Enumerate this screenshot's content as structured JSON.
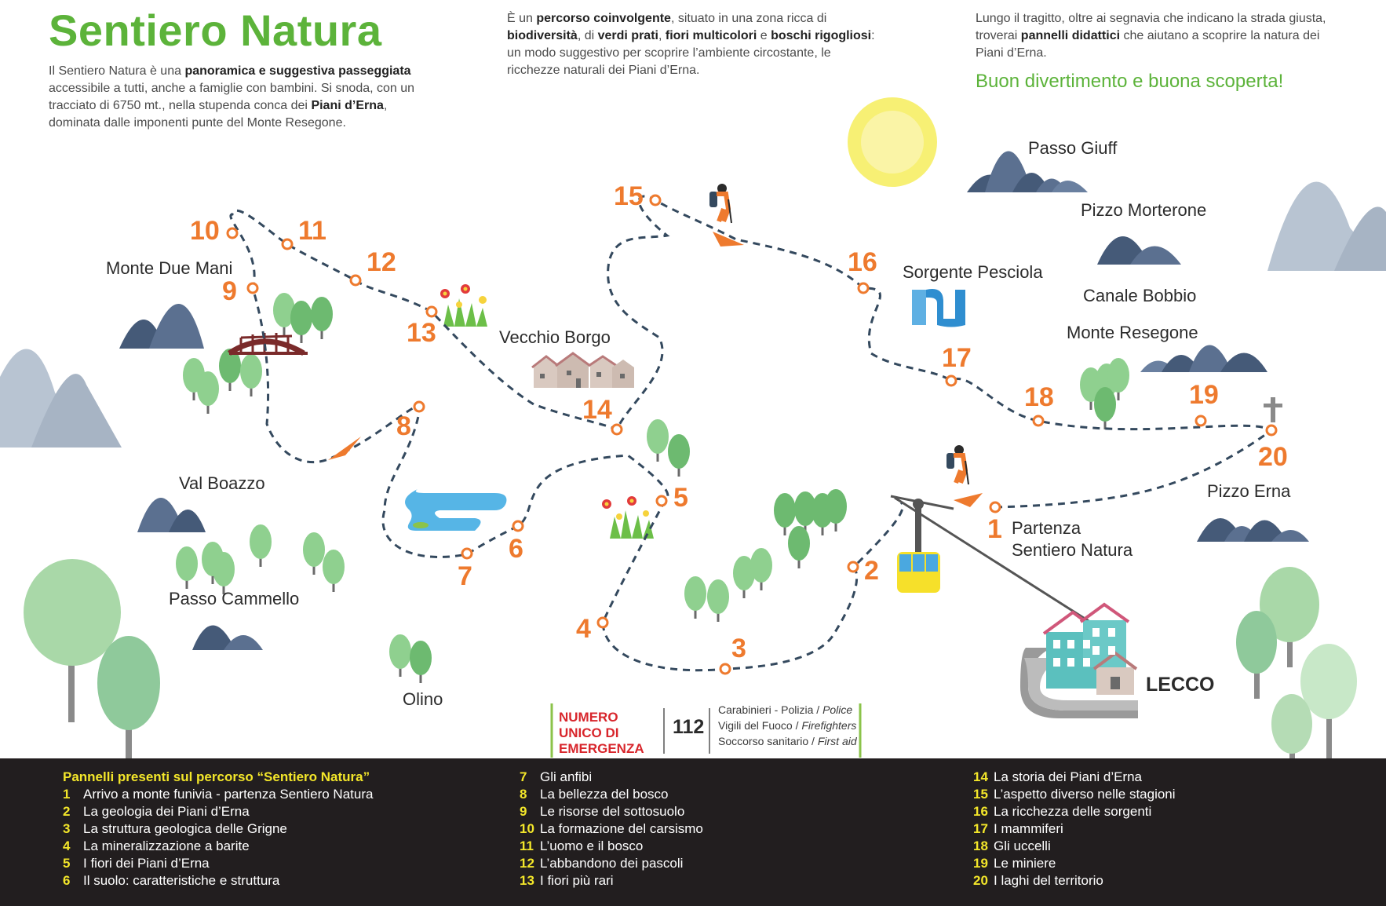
{
  "title": "Sentiero Natura",
  "intro": {
    "p1": [
      {
        "t": "Il Sentiero Natura è una ",
        "b": false
      },
      {
        "t": "panoramica e suggestiva passeggiata",
        "b": true
      },
      {
        "t": " accessibile a tutti, anche a famiglie con bambini. Si snoda, con un tracciato di 6750 mt., nella stupenda conca dei ",
        "b": false
      },
      {
        "t": "Piani d’Erna",
        "b": true
      },
      {
        "t": ", dominata dalle imponenti punte del Monte Resegone.",
        "b": false
      }
    ],
    "p2": [
      {
        "t": "È un ",
        "b": false
      },
      {
        "t": "percorso coinvolgente",
        "b": true
      },
      {
        "t": ", situato in una zona ricca di ",
        "b": false
      },
      {
        "t": "biodiversità",
        "b": true
      },
      {
        "t": ", di ",
        "b": false
      },
      {
        "t": "verdi prati",
        "b": true
      },
      {
        "t": ", ",
        "b": false
      },
      {
        "t": "fiori multicolori",
        "b": true
      },
      {
        "t": " e ",
        "b": false
      },
      {
        "t": "boschi rigogliosi",
        "b": true
      },
      {
        "t": ": un modo suggestivo per scoprire l’ambiente circostante, le ricchezze naturali dei Piani d’Erna.",
        "b": false
      }
    ],
    "p3": [
      {
        "t": "Lungo il tragitto, oltre ai segnavia che indicano la strada giusta, troverai ",
        "b": false
      },
      {
        "t": "pannelli didattici",
        "b": true
      },
      {
        "t": " che aiutano a scoprire la natura dei Piani d’Erna.",
        "b": false
      }
    ]
  },
  "motto": "Buon divertimento e buona scoperta!",
  "places": {
    "monte_due_mani": "Monte Due Mani",
    "val_boazzo": "Val Boazzo",
    "passo_cammello": "Passo Cammello",
    "olino": "Olino",
    "vecchio_borgo": "Vecchio Borgo",
    "passo_giuff": "Passo Giuff",
    "pizzo_morterone": "Pizzo Morterone",
    "sorgente_pesciola": "Sorgente Pesciola",
    "canale_bobbio": "Canale Bobbio",
    "monte_resegone": "Monte Resegone",
    "pizzo_erna": "Pizzo Erna",
    "partenza_line1": "Partenza",
    "partenza_line2": "Sentiero Natura",
    "lecco": "LECCO"
  },
  "waypoints": [
    "1",
    "2",
    "3",
    "4",
    "5",
    "6",
    "7",
    "8",
    "9",
    "10",
    "11",
    "12",
    "13",
    "14",
    "15",
    "16",
    "17",
    "18",
    "19",
    "20"
  ],
  "emergency": {
    "label": "NUMERO UNICO DI EMERGENZA",
    "number": "112",
    "services": [
      {
        "it": "Carabinieri - Polizia / ",
        "en": "Police"
      },
      {
        "it": "Vigili del Fuoco / ",
        "en": "Firefighters"
      },
      {
        "it": "Soccorso sanitario / ",
        "en": "First aid"
      }
    ]
  },
  "legend": {
    "title": "Pannelli presenti sul percorso “Sentiero Natura”",
    "items": [
      {
        "n": "1",
        "text": "Arrivo a monte funivia - partenza Sentiero Natura"
      },
      {
        "n": "2",
        "text": "La geologia dei Piani d’Erna"
      },
      {
        "n": "3",
        "text": "La struttura geologica delle Grigne"
      },
      {
        "n": "4",
        "text": "La mineralizzazione a barite"
      },
      {
        "n": "5",
        "text": "I fiori dei Piani d’Erna"
      },
      {
        "n": "6",
        "text": "Il suolo: caratteristiche e struttura"
      },
      {
        "n": "7",
        "text": "Gli anfibi"
      },
      {
        "n": "8",
        "text": "La bellezza del bosco"
      },
      {
        "n": "9",
        "text": "Le risorse del sottosuolo"
      },
      {
        "n": "10",
        "text": "La formazione del carsismo"
      },
      {
        "n": "11",
        "text": "L’uomo e il bosco"
      },
      {
        "n": "12",
        "text": "L’abbandono dei pascoli"
      },
      {
        "n": "13",
        "text": "I fiori più rari"
      },
      {
        "n": "14",
        "text": "La storia dei Piani d’Erna"
      },
      {
        "n": "15",
        "text": "L’aspetto diverso nelle stagioni"
      },
      {
        "n": "16",
        "text": "La ricchezza delle sorgenti"
      },
      {
        "n": "17",
        "text": "I mammiferi"
      },
      {
        "n": "18",
        "text": "Gli uccelli"
      },
      {
        "n": "19",
        "text": "Le miniere"
      },
      {
        "n": "20",
        "text": "I laghi del territorio"
      }
    ]
  },
  "colors": {
    "title_green": "#5cb33a",
    "waypoint_orange": "#ee7a2e",
    "trail": "#34495e",
    "mountain_dark": "#4a6080",
    "mountain_light": "#b3c1d1",
    "tree": "#7cc47f",
    "legend_bg": "#221e1f",
    "legend_number": "#f3e62a",
    "emergency_red": "#d8262c"
  },
  "icons": [
    "mountain-icon",
    "tree-icon",
    "flowers-icon",
    "bridge-icon",
    "village-icon",
    "pond-icon",
    "spring-icon",
    "sun-icon",
    "hiker-icon",
    "cable-car-icon",
    "cross-icon",
    "town-icon",
    "direction-arrow-icon"
  ]
}
